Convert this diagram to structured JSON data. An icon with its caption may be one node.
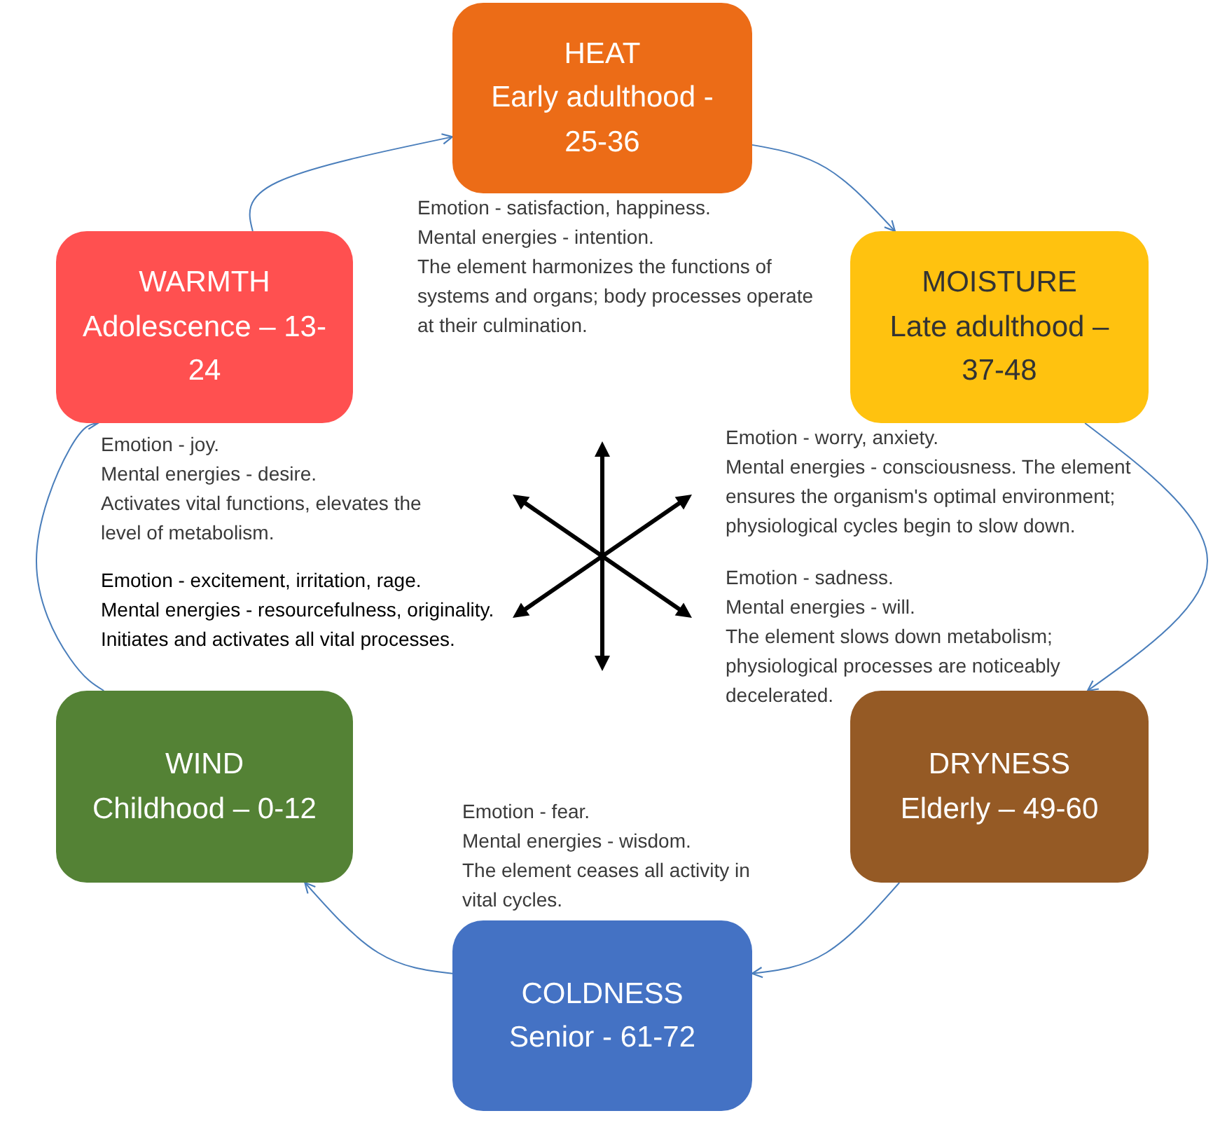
{
  "diagram": {
    "nodes": [
      {
        "text": [
          "HEAT",
          "Early adulthood - 25-36"
        ],
        "beside": [
          "Emotion - satisfaction, happiness.",
          "Mental energies - intention.",
          "The element harmonizes the functions of systems and organs; body processes operate at their culmination."
        ]
      },
      {
        "text": [
          "WARMTH",
          "Adolescence – 13-24"
        ],
        "beside": [
          "Emotion - joy.",
          "Mental energies - desire.",
          "Activates vital functions, elevates the level of metabolism."
        ]
      },
      {
        "text": [
          "MOISTURE",
          "Late adulthood – 37-48"
        ],
        "beside": [
          "Emotion - worry, anxiety.",
          "Mental energies - consciousness. The element ensures the organism's optimal environment; physiological cycles begin to slow down."
        ]
      },
      {
        "text": [
          "WIND",
          "Childhood – 0-12"
        ],
        "beside": [
          "Emotion - excitement, irritation, rage.",
          "Mental energies - resourcefulness, originality.",
          "Initiates and activates all vital processes."
        ]
      },
      {
        "text": [
          "DRYNESS",
          "Elderly – 49-60"
        ],
        "beside": [
          "Emotion - sadness.",
          "Mental energies - will.",
          "The element slows down metabolism; physiological processes are noticeably decelerated."
        ]
      },
      {
        "text": [
          "COLDNESS",
          "Senior - 61-72"
        ],
        "beside": [
          "Emotion - fear.",
          "Mental energies - wisdom.",
          "The element ceases all activity in vital cycles."
        ]
      }
    ],
    "edges": [
      {
        "from": 1,
        "to": 0,
        "arrow": "to"
      },
      {
        "from": 0,
        "to": 2,
        "arrow": "to"
      },
      {
        "from": 2,
        "to": 4,
        "arrow": "to"
      },
      {
        "from": 4,
        "to": 5,
        "arrow": "to"
      },
      {
        "from": 5,
        "to": 3,
        "arrow": "to"
      },
      {
        "from": 3,
        "to": 1,
        "arrow": "to"
      }
    ]
  }
}
